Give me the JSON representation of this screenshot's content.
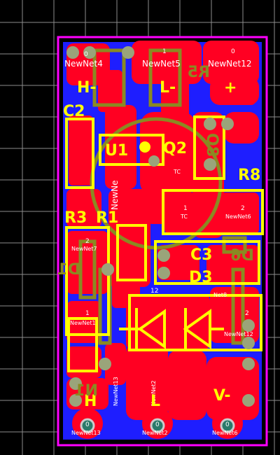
{
  "colors": {
    "background": "#000000",
    "grid": "#ffffff",
    "board_outline": "#ff00ff",
    "bottom_copper": "#1e1eff",
    "top_copper": "#ff0022",
    "silkscreen": "#ffff00",
    "silkscreen_olive": "#8a8a22",
    "via": "#9aa47a",
    "pad_hole": "#2a7a6a"
  },
  "components": {
    "H_minus": "H-",
    "L_minus": "L-",
    "plus": "+",
    "C2": "C2",
    "U1": "U1",
    "Q2": "Q2",
    "R8": "R8",
    "R3": "R3",
    "R1": "R1",
    "C3": "C3",
    "D3": "D3",
    "H_bottom": "H",
    "L_bottom": "L",
    "V_minus": "V-",
    "R5_mirror": "R5",
    "D1_mirror": "D1",
    "D6_mirror": "D6",
    "Q8_mirror": "Q8",
    "N1_mirror": "N1"
  },
  "nets": {
    "n4": "NewNet4",
    "n5": "NewNet5",
    "n12": "NewNet12",
    "n6": "NewNet6",
    "n7": "NewNet7",
    "n1": "NewNet1",
    "n2": "NewNet2",
    "n8": "Net8",
    "n13": "NewNet13",
    "n13b": "NewNet13",
    "nNet2": "NewNet2",
    "nNet6": "NewNet6",
    "n12b": "NewNet12",
    "n_new": "NewNe",
    "tc": "TC",
    "tc2": "TC"
  },
  "pin_numbers": {
    "p0a": "0",
    "p1a": "1",
    "p0b": "0",
    "p2a": "2",
    "p1b": "1",
    "p2b": "2",
    "p1c": "1",
    "p12": "12",
    "p2c": "2",
    "p0c": "0",
    "p0d": "0",
    "p0e": "0"
  }
}
